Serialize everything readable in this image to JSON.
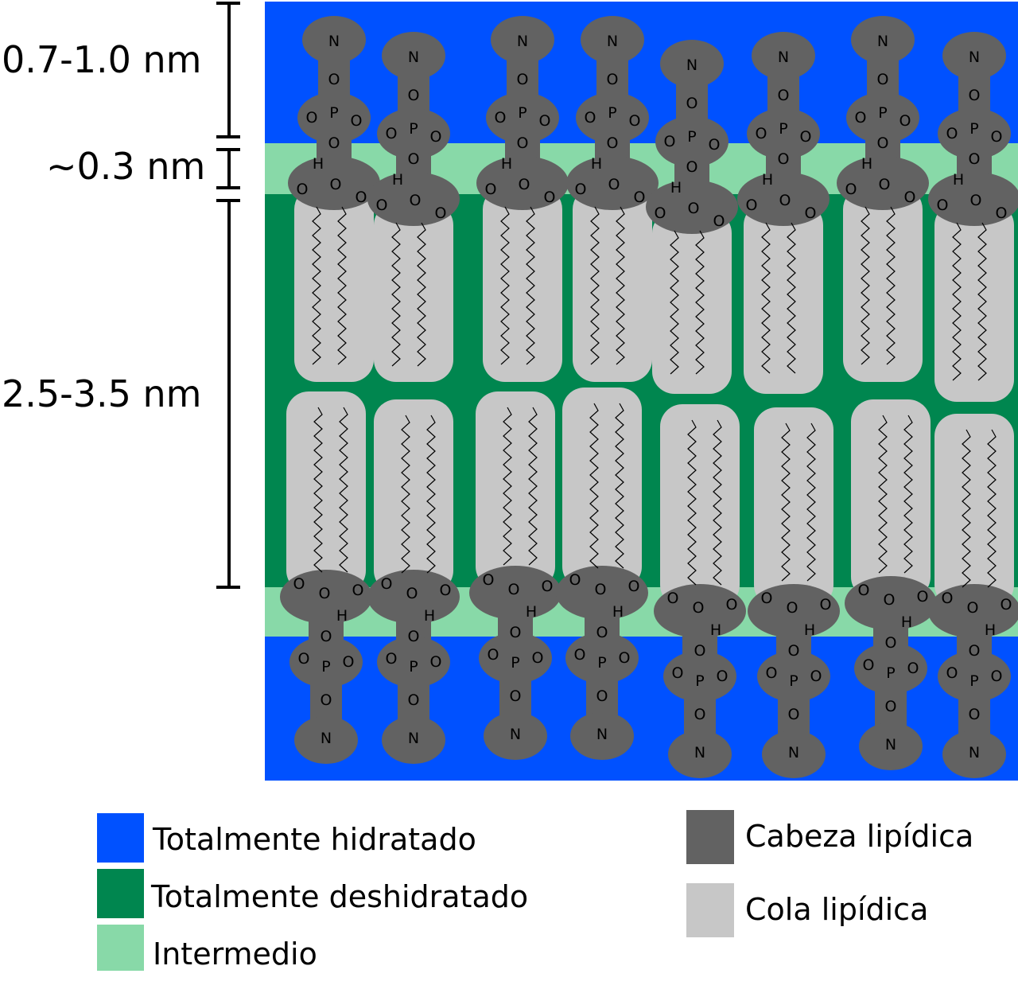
{
  "colors": {
    "hydrated": "#0051ff",
    "dehydrated": "#00864f",
    "intermediate": "#88d9a8",
    "head": "#626262",
    "tail": "#c7c7c7"
  },
  "measurements": {
    "head_region": "0.7-1.0 nm",
    "intermediate_region": "~0.3 nm",
    "core_region": "2.5-3.5 nm"
  },
  "legend": {
    "hydrated": "Totalmente hidratado",
    "dehydrated": "Totalmente deshidratado",
    "intermediate": "Intermedio",
    "head": "Cabeza lipídica",
    "tail": "Cola lipídica"
  },
  "molecule_labels": {
    "nitrogen": "N",
    "phosphorus": "P",
    "oxygen": "O",
    "hydrogen": "H"
  }
}
